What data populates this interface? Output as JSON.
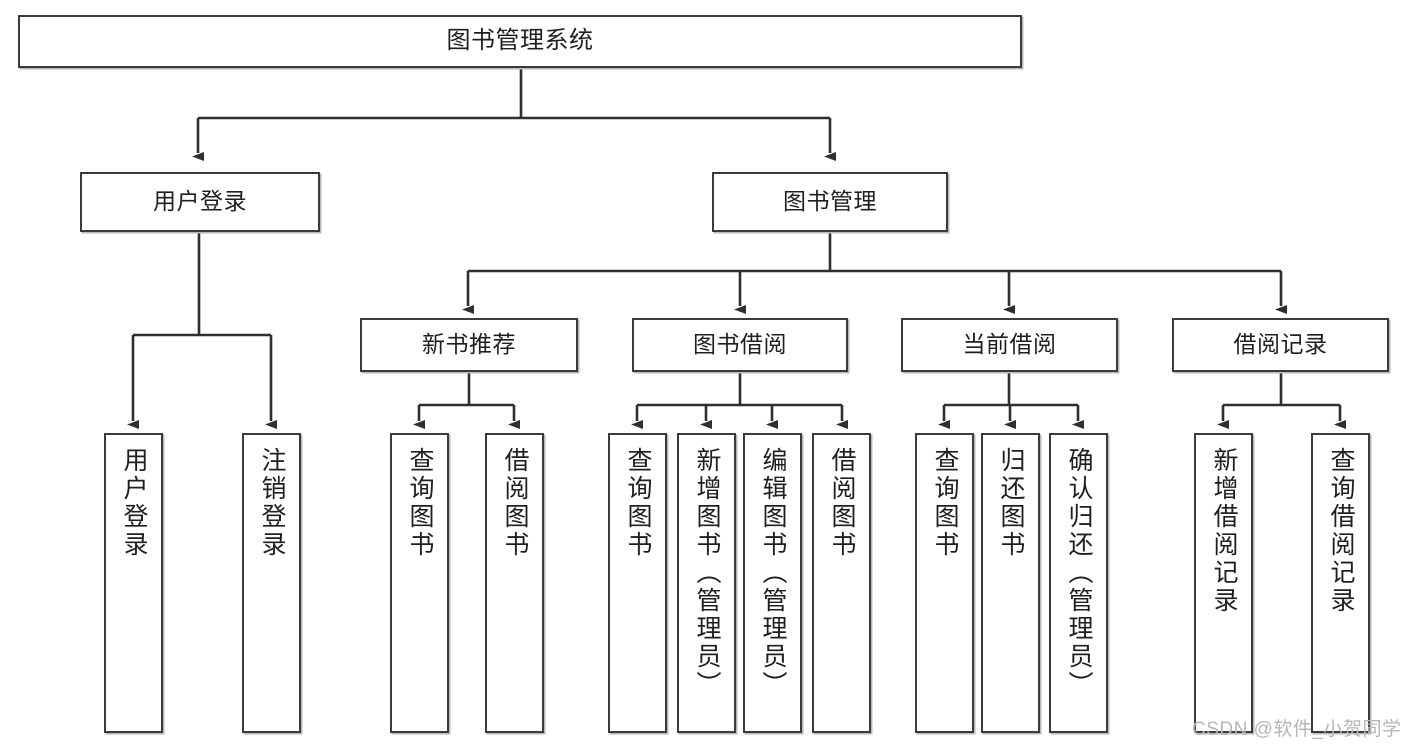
{
  "diagram": {
    "title": "图书管理系统",
    "type": "tree-hierarchy-chart",
    "colors": {
      "stroke": "#3b3b3b",
      "fill": "#ffffff",
      "text": "#1f1f1f",
      "watermark": "#b6b6b6"
    },
    "levels": {
      "root": "图书管理系统",
      "level2": [
        "用户登录",
        "图书管理"
      ],
      "level3": [
        "新书推荐",
        "图书借阅",
        "当前借阅",
        "借阅记录"
      ]
    },
    "nodes": {
      "root": {
        "label": "图书管理系统"
      },
      "user_login": {
        "label": "用户登录"
      },
      "book_manage": {
        "label": "图书管理"
      },
      "new_book_rec": {
        "label": "新书推荐"
      },
      "book_borrow": {
        "label": "图书借阅"
      },
      "current_borrow": {
        "label": "当前借阅"
      },
      "borrow_record": {
        "label": "借阅记录"
      },
      "leaf_user_login": {
        "label": "用户登录"
      },
      "leaf_logout": {
        "label": "注销登录"
      },
      "leaf_query_book_1": {
        "label": "查询图书"
      },
      "leaf_borrow_book_1": {
        "label": "借阅图书"
      },
      "leaf_query_book_2": {
        "label": "查询图书"
      },
      "leaf_add_book": {
        "label": "新增图书（管理员）"
      },
      "leaf_edit_book": {
        "label": "编辑图书（管理员）"
      },
      "leaf_borrow_book_2": {
        "label": "借阅图书"
      },
      "leaf_query_book_3": {
        "label": "查询图书"
      },
      "leaf_return_book": {
        "label": "归还图书"
      },
      "leaf_confirm_return": {
        "label": "确认归还（管理员）"
      },
      "leaf_add_record": {
        "label": "新增借阅记录"
      },
      "leaf_query_record": {
        "label": "查询借阅记录"
      }
    },
    "watermark": "CSDN @软件_小贺同学"
  }
}
